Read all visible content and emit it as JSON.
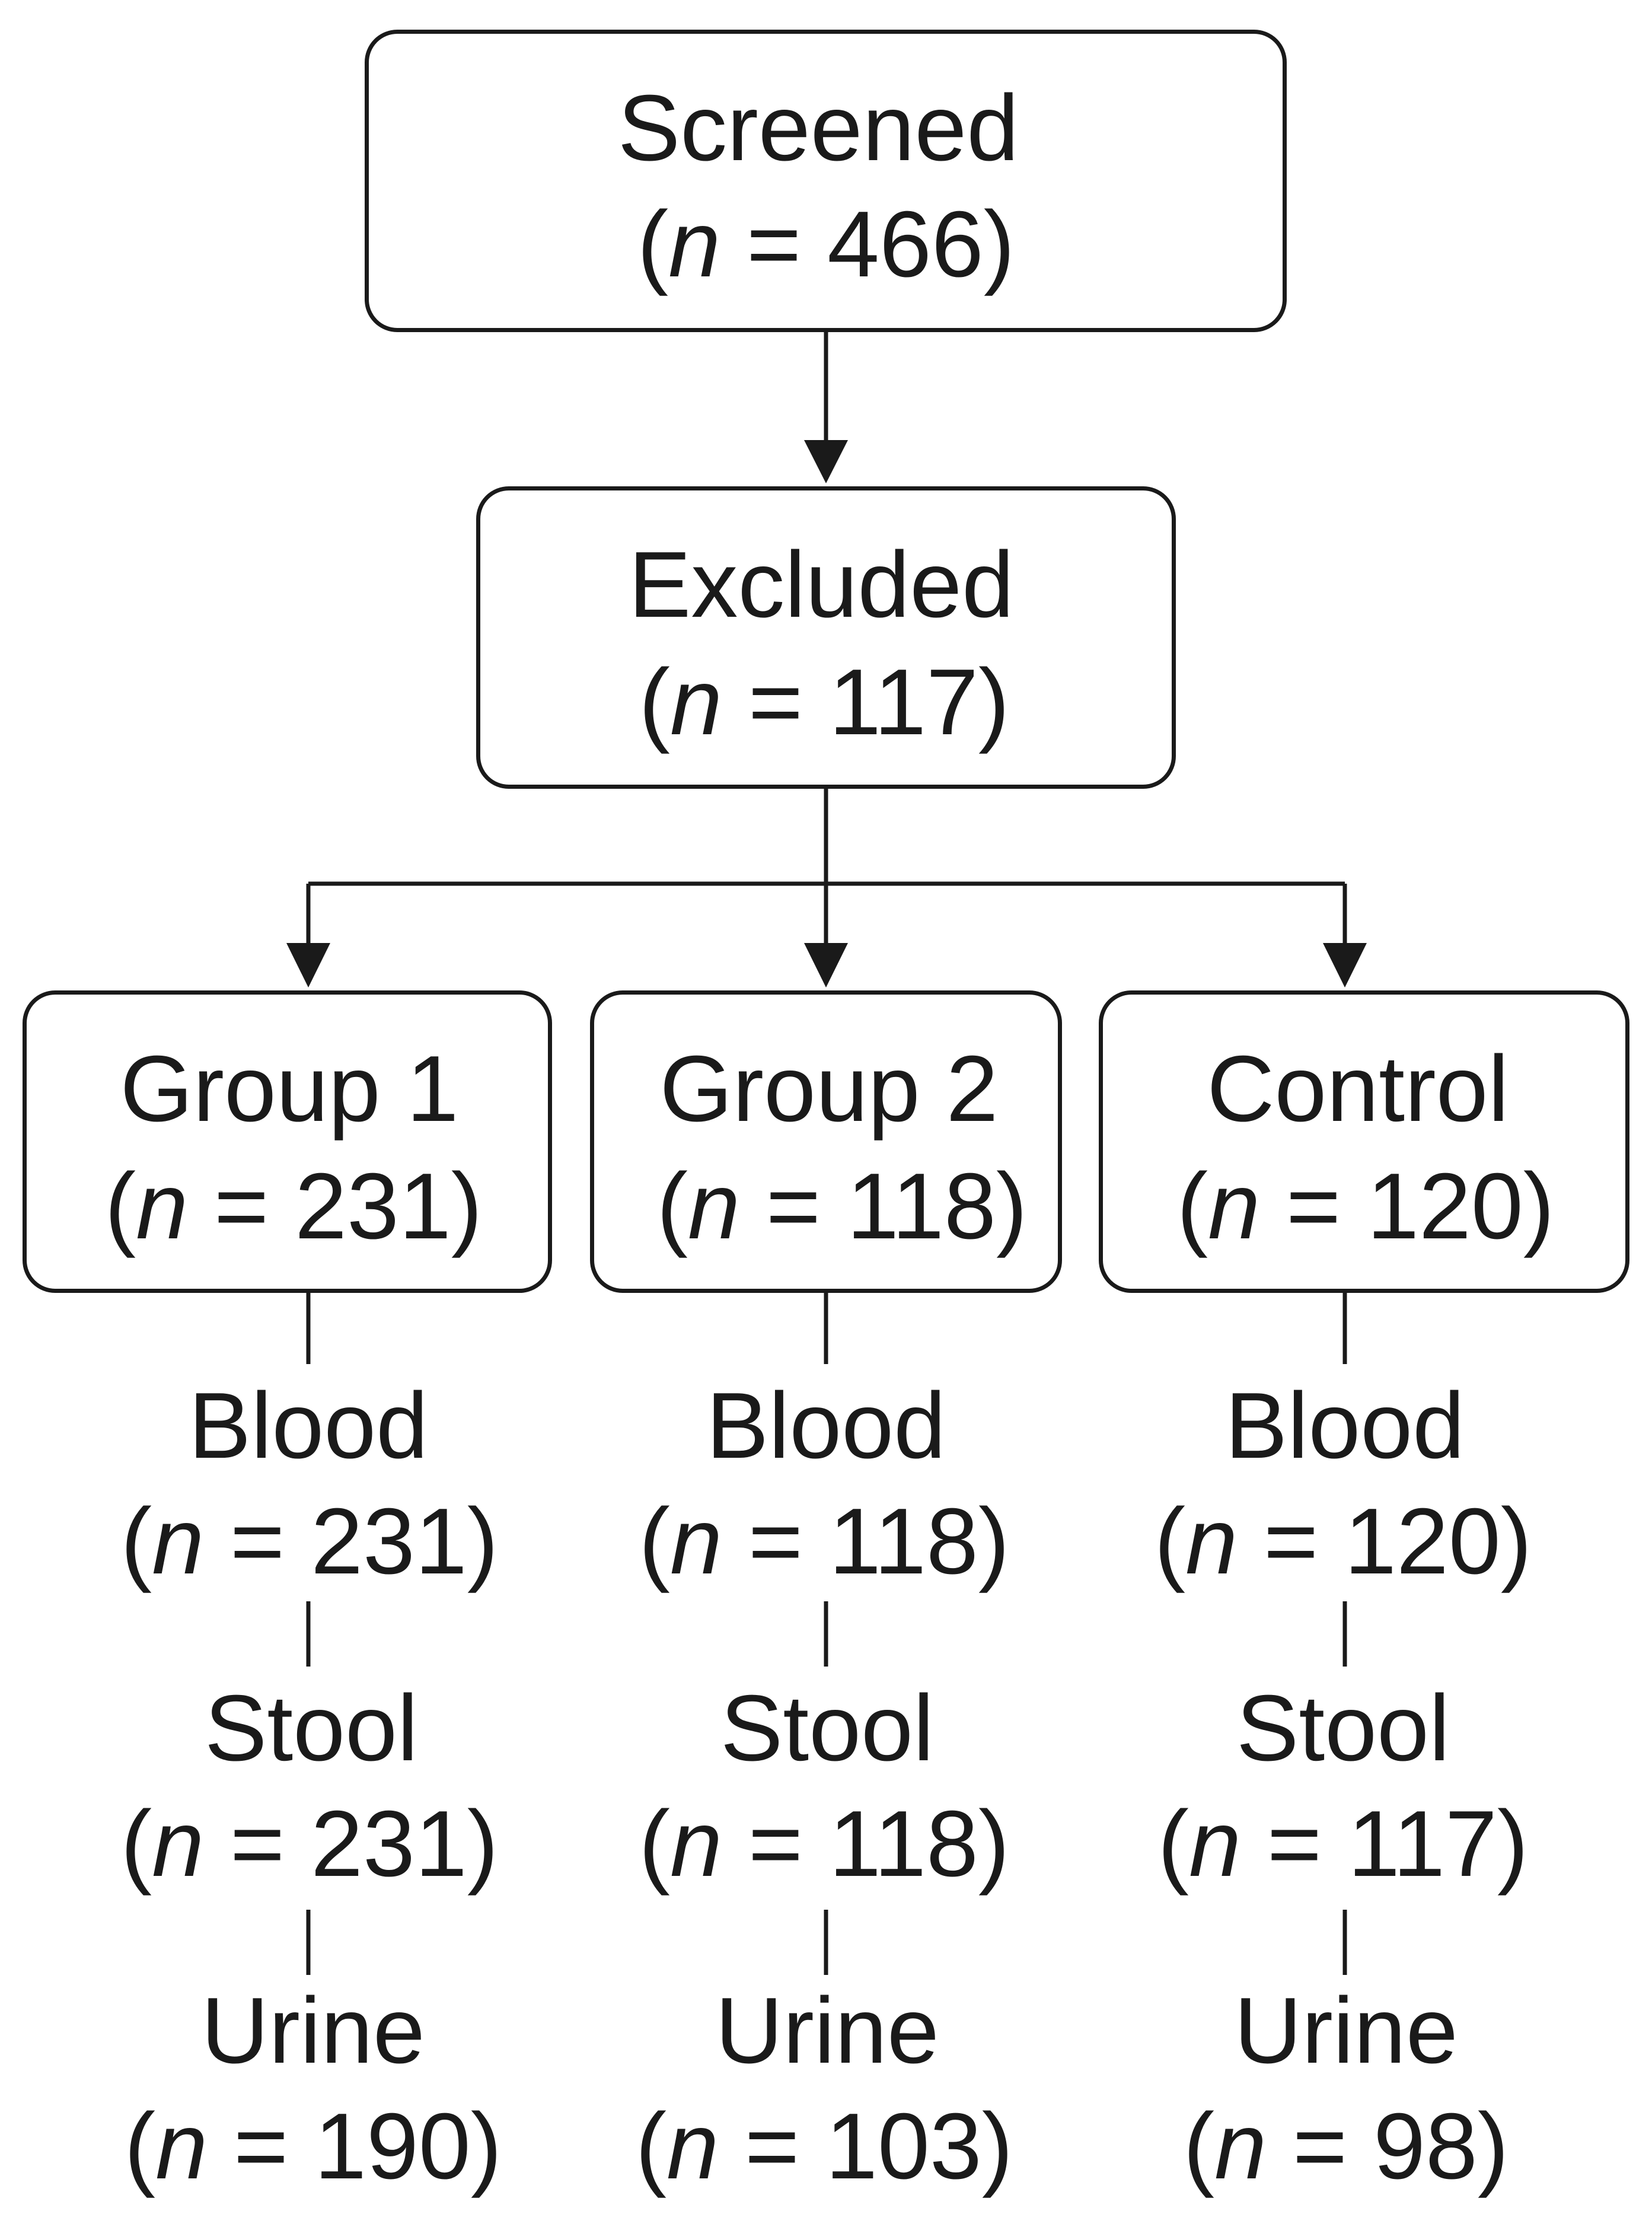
{
  "screened": {
    "label": "Screened",
    "n": "466"
  },
  "excluded": {
    "label": "Excluded",
    "n": "117"
  },
  "groups": [
    {
      "label": "Group 1",
      "n": "231",
      "samples": [
        {
          "label": "Blood",
          "n": "231"
        },
        {
          "label": "Stool",
          "n": "231"
        },
        {
          "label": "Urine",
          "n": "190"
        }
      ]
    },
    {
      "label": "Group 2",
      "n": "118",
      "samples": [
        {
          "label": "Blood",
          "n": "118"
        },
        {
          "label": "Stool",
          "n": "118"
        },
        {
          "label": "Urine",
          "n": "103"
        }
      ]
    },
    {
      "label": "Control",
      "n": "120",
      "samples": [
        {
          "label": "Blood",
          "n": "120"
        },
        {
          "label": "Stool",
          "n": "117"
        },
        {
          "label": "Urine",
          "n": "98"
        }
      ]
    }
  ],
  "count_prefix": "n",
  "count_equals": " = "
}
